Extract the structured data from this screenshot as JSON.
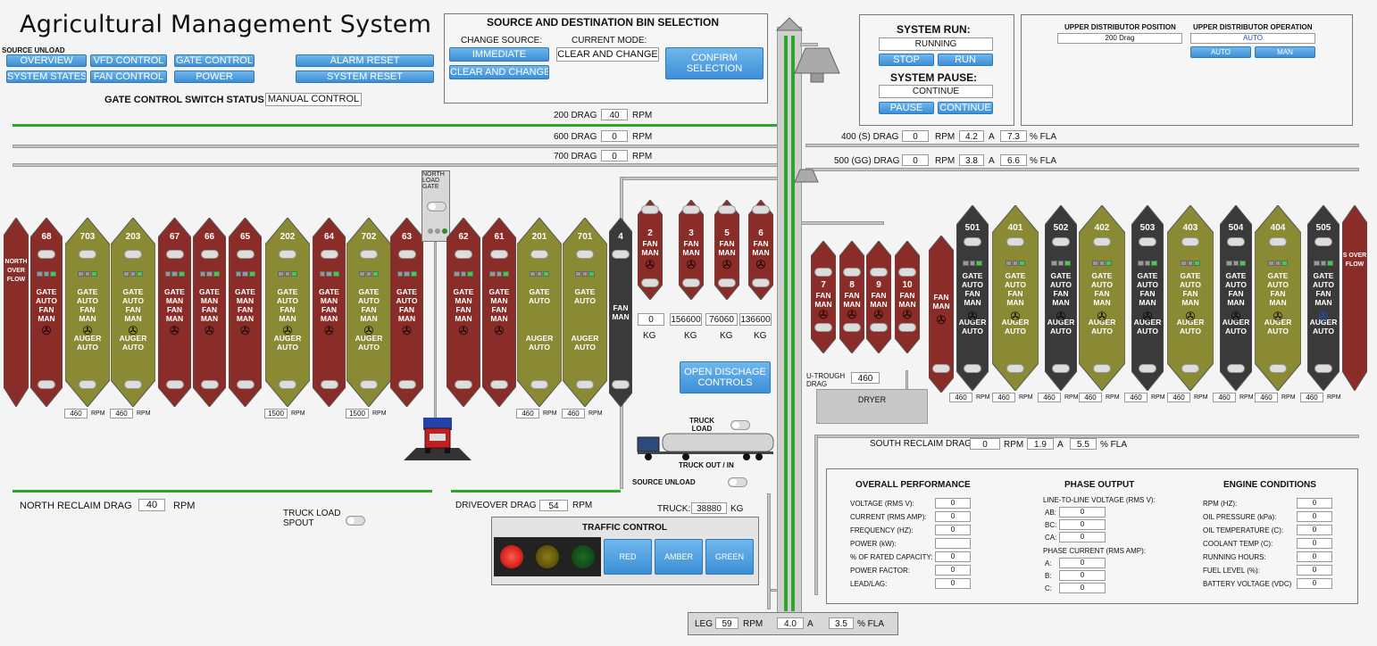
{
  "title": "Agricultural Management System",
  "nav": {
    "source_unload": "SOURCE UNLOAD",
    "overview": "OVERVIEW",
    "vfd_control": "VFD CONTROL",
    "gate_control": "GATE CONTROL",
    "system_states": "SYSTEM STATES",
    "fan_control": "FAN CONTROL",
    "power": "POWER",
    "alarm_reset": "ALARM RESET",
    "system_reset": "SYSTEM RESET"
  },
  "gate_switch": {
    "label": "GATE CONTROL SWITCH STATUS",
    "value": "MANUAL CONTROL"
  },
  "source_dest": {
    "title": "SOURCE AND DESTINATION BIN SELECTION",
    "change_source": "CHANGE SOURCE:",
    "current_mode": "CURRENT MODE:",
    "mode_value": "CLEAR AND CHANGE",
    "immediate": "IMMEDIATE",
    "clear_and_change": "CLEAR AND CHANGE",
    "confirm": "CONFIRM SELECTION"
  },
  "system_run": {
    "label": "SYSTEM RUN:",
    "value": "RUNNING",
    "stop": "STOP",
    "run": "RUN"
  },
  "system_pause": {
    "label": "SYSTEM PAUSE:",
    "value": "CONTINUE",
    "pause": "PAUSE",
    "continue": "CONTINUE"
  },
  "upper_dist": {
    "position_label": "UPPER DISTRIBUTOR POSITION",
    "position_value": "200 Drag",
    "operation_label": "UPPER DISTRIBUTOR OPERATION",
    "operation_value": "AUTO",
    "auto": "AUTO",
    "man": "MAN"
  },
  "drags": {
    "d200": {
      "label": "200 DRAG",
      "value": "40",
      "unit": "RPM"
    },
    "d600": {
      "label": "600 DRAG",
      "value": "0",
      "unit": "RPM"
    },
    "d700": {
      "label": "700 DRAG",
      "value": "0",
      "unit": "RPM"
    },
    "d400": {
      "label": "400 (S) DRAG",
      "rpm": "0",
      "amp": "4.2",
      "fla": "7.3",
      "rpm_u": "RPM",
      "a_u": "A",
      "fla_u": "% FLA"
    },
    "d500": {
      "label": "500 (GG) DRAG",
      "rpm": "0",
      "amp": "3.8",
      "fla": "6.6",
      "rpm_u": "RPM",
      "a_u": "A",
      "fla_u": "% FLA"
    },
    "south": {
      "label": "SOUTH RECLAIM DRAG",
      "rpm": "0",
      "amp": "1.9",
      "fla": "5.5",
      "rpm_u": "RPM",
      "a_u": "A",
      "fla_u": "% FLA"
    },
    "north": {
      "label": "NORTH RECLAIM DRAG",
      "value": "40",
      "unit": "RPM"
    },
    "driveover": {
      "label": "DRIVEOVER DRAG",
      "value": "54",
      "unit": "RPM"
    },
    "leg": {
      "label": "LEG",
      "rpm": "59",
      "rpm_u": "RPM",
      "amp": "4.0",
      "a_u": "A",
      "fla": "3.5",
      "fla_u": "% FLA"
    },
    "utrough": {
      "label": "U-TROUGH DRAG",
      "value": "460"
    }
  },
  "north_load_gate": "NORTH LOAD GATE",
  "north_overflow": "NORTH OVER FLOW",
  "south_overflow": "S OVER FLOW",
  "left_bins": [
    {
      "id": "68",
      "color": "#8a2c28",
      "lines": [
        "GATE",
        "AUTO",
        "FAN",
        "MAN"
      ],
      "fan": true
    },
    {
      "id": "703",
      "color": "#8a8a34",
      "lines": [
        "GATE",
        "AUTO",
        "FAN",
        "MAN",
        "",
        "AUGER",
        "AUTO"
      ],
      "fan": true,
      "rpm": "460"
    },
    {
      "id": "203",
      "color": "#8a8a34",
      "lines": [
        "GATE",
        "AUTO",
        "FAN",
        "MAN",
        "",
        "AUGER",
        "AUTO"
      ],
      "fan": true,
      "rpm": "460"
    },
    {
      "id": "67",
      "color": "#8a2c28",
      "lines": [
        "GATE",
        "MAN",
        "FAN",
        "MAN"
      ],
      "fan": true
    },
    {
      "id": "66",
      "color": "#8a2c28",
      "lines": [
        "GATE",
        "MAN",
        "FAN",
        "MAN"
      ],
      "fan": true
    },
    {
      "id": "65",
      "color": "#8a2c28",
      "lines": [
        "GATE",
        "MAN",
        "FAN",
        "MAN"
      ],
      "fan": true
    },
    {
      "id": "202",
      "color": "#8a8a34",
      "lines": [
        "GATE",
        "AUTO",
        "FAN",
        "MAN",
        "",
        "AUGER",
        "AUTO"
      ],
      "fan": true,
      "rpm": "1500"
    },
    {
      "id": "64",
      "color": "#8a2c28",
      "lines": [
        "GATE",
        "MAN",
        "FAN",
        "MAN"
      ],
      "fan": true
    },
    {
      "id": "702",
      "color": "#8a8a34",
      "lines": [
        "GATE",
        "AUTO",
        "FAN",
        "MAN",
        "",
        "AUGER",
        "AUTO"
      ],
      "fan": true,
      "rpm": "1500"
    },
    {
      "id": "63",
      "color": "#8a2c28",
      "lines": [
        "GATE",
        "AUTO",
        "FAN",
        "MAN"
      ],
      "fan": true
    }
  ],
  "mid_bins": [
    {
      "id": "62",
      "color": "#8a2c28",
      "lines": [
        "GATE",
        "MAN",
        "FAN",
        "MAN"
      ],
      "fan": true
    },
    {
      "id": "61",
      "color": "#8a2c28",
      "lines": [
        "GATE",
        "MAN",
        "FAN",
        "MAN"
      ],
      "fan": true
    },
    {
      "id": "201",
      "color": "#8a8a34",
      "lines": [
        "GATE",
        "AUTO",
        "",
        "",
        "",
        "AUGER",
        "AUTO"
      ],
      "fan": false,
      "rpm": "460"
    },
    {
      "id": "701",
      "color": "#8a8a34",
      "lines": [
        "GATE",
        "AUTO",
        "",
        "",
        "",
        "AUGER",
        "AUTO"
      ],
      "fan": false,
      "rpm": "460"
    },
    {
      "id": "4",
      "color": "#3a3a3a",
      "lines": [
        "FAN",
        "MAN"
      ],
      "fan": false
    }
  ],
  "tanks": [
    {
      "id": "2",
      "kg": "0"
    },
    {
      "id": "3",
      "kg": "156600"
    },
    {
      "id": "5",
      "kg": "76060"
    },
    {
      "id": "6",
      "kg": "136600"
    }
  ],
  "kg_unit": "KG",
  "fan_man": [
    "FAN",
    "MAN"
  ],
  "small_bins": [
    {
      "id": "7"
    },
    {
      "id": "8"
    },
    {
      "id": "9"
    },
    {
      "id": "10"
    }
  ],
  "right_bins": [
    {
      "id": "501",
      "color": "#3a3a3a",
      "rpm": "460",
      "blue": false
    },
    {
      "id": "401",
      "color": "#8a8a34",
      "rpm": "460",
      "blue": false
    },
    {
      "id": "502",
      "color": "#3a3a3a",
      "rpm": "460",
      "blue": false
    },
    {
      "id": "402",
      "color": "#8a8a34",
      "rpm": "460",
      "blue": false
    },
    {
      "id": "503",
      "color": "#3a3a3a",
      "rpm": "460",
      "blue": false
    },
    {
      "id": "403",
      "color": "#8a8a34",
      "rpm": "460",
      "blue": false
    },
    {
      "id": "504",
      "color": "#3a3a3a",
      "rpm": "460",
      "blue": false
    },
    {
      "id": "404",
      "color": "#8a8a34",
      "rpm": "460",
      "blue": false
    },
    {
      "id": "505",
      "color": "#3a3a3a",
      "rpm": "460",
      "blue": true
    }
  ],
  "right_lines": [
    "GATE",
    "AUTO",
    "FAN",
    "MAN",
    "",
    "AUGER",
    "AUTO"
  ],
  "rpm_unit": "RPM",
  "open_discharge": "OPEN DISCHAGE CONTROLS",
  "dryer": "DRYER",
  "truck_load_spout_top": "TRUCK LOAD SPOUT",
  "truck_out_in": "TRUCK OUT / IN",
  "source_unload2": "SOURCE UNLOAD",
  "truck_load_spout_bottom": "TRUCK LOAD SPOUT",
  "truck": {
    "label": "TRUCK:",
    "value": "38880",
    "unit": "KG"
  },
  "traffic": {
    "title": "TRAFFIC CONTROL",
    "red": "RED",
    "amber": "AMBER",
    "green": "GREEN"
  },
  "perf": {
    "title": "OVERALL PERFORMANCE",
    "rows": [
      {
        "label": "VOLTAGE (RMS V):",
        "value": "0"
      },
      {
        "label": "CURRENT (RMS AMP):",
        "value": "0"
      },
      {
        "label": "FREQUENCY (HZ):",
        "value": "0"
      },
      {
        "label": "POWER (kW):",
        "value": ""
      },
      {
        "label": "% OF RATED CAPACITY:",
        "value": "0"
      },
      {
        "label": "POWER FACTOR:",
        "value": "0"
      },
      {
        "label": "LEAD/LAG:",
        "value": "0"
      }
    ]
  },
  "phase": {
    "title": "PHASE OUTPUT",
    "ll_label": "LINE-TO-LINE VOLTAGE (RMS V):",
    "ll": [
      {
        "label": "AB:",
        "value": "0"
      },
      {
        "label": "BC:",
        "value": "0"
      },
      {
        "label": "CA:",
        "value": "0"
      }
    ],
    "pc_label": "PHASE CURRENT (RMS AMP):",
    "pc": [
      {
        "label": "A:",
        "value": "0"
      },
      {
        "label": "B:",
        "value": "0"
      },
      {
        "label": "C:",
        "value": "0"
      }
    ]
  },
  "engine": {
    "title": "ENGINE CONDITIONS",
    "rows": [
      {
        "label": "RPM (HZ):",
        "value": "0"
      },
      {
        "label": "OIL PRESSURE (kPa):",
        "value": "0"
      },
      {
        "label": "OIL TEMPERATURE (C):",
        "value": "0"
      },
      {
        "label": "COOLANT TEMP (C):",
        "value": "0"
      },
      {
        "label": "RUNNING HOURS:",
        "value": "0"
      },
      {
        "label": "FUEL LEVEL (%):",
        "value": "0"
      },
      {
        "label": "BATTERY VOLTAGE (VDC)",
        "value": "0"
      }
    ]
  },
  "colors": {
    "red_bin": "#8a2c28",
    "olive_bin": "#8a8a34",
    "dark_bin": "#3a3a3a",
    "button": "#3d8fd6",
    "leg_green": "#2ea62e"
  }
}
